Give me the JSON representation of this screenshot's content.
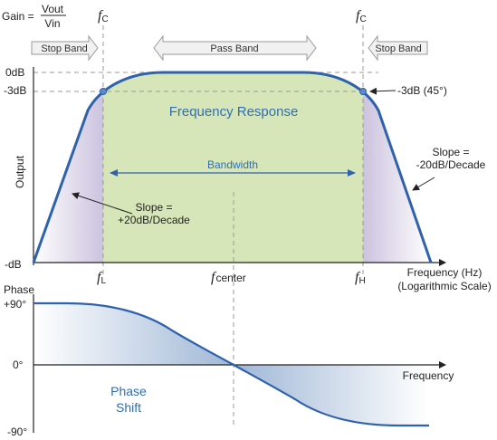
{
  "gain_formula": {
    "prefix": "Gain =",
    "numerator": "Vout",
    "denominator": "Vin"
  },
  "cutoff_symbol": "f",
  "cutoff_subscript": "C",
  "bands": {
    "stop_left": "Stop Band",
    "pass": "Pass Band",
    "stop_right": "Stop Band"
  },
  "magnitude": {
    "y_axis_label": "Output",
    "y_ticks": [
      "0dB",
      "-3dB",
      "-dB"
    ],
    "title": "Frequency Response",
    "bandwidth_label": "Bandwidth",
    "slope_left": [
      "Slope =",
      "+20dB/Decade"
    ],
    "slope_right": [
      "Slope =",
      "-20dB/Decade"
    ],
    "point_label": "-3dB (45°)",
    "x_axis_label": [
      "Frequency (Hz)",
      "(Logarithmic Scale)"
    ],
    "freq_markers": {
      "low": {
        "symbol": "f",
        "subscript": "L"
      },
      "center": {
        "symbol": "f",
        "subscript": "center"
      },
      "high": {
        "symbol": "f",
        "subscript": "H"
      }
    }
  },
  "phase": {
    "y_axis_label": "Phase",
    "y_ticks": [
      "+90°",
      "0°",
      "-90°"
    ],
    "x_axis_label": "Frequency",
    "region_label": [
      "Phase",
      "Shift"
    ]
  },
  "colors": {
    "curve": "#2e62ad",
    "passband": "#d7e6b8",
    "stopband_fill": "#ddd6ea",
    "phase_fill": "#c9d8ea",
    "label_blue": "#2e6fb4"
  }
}
